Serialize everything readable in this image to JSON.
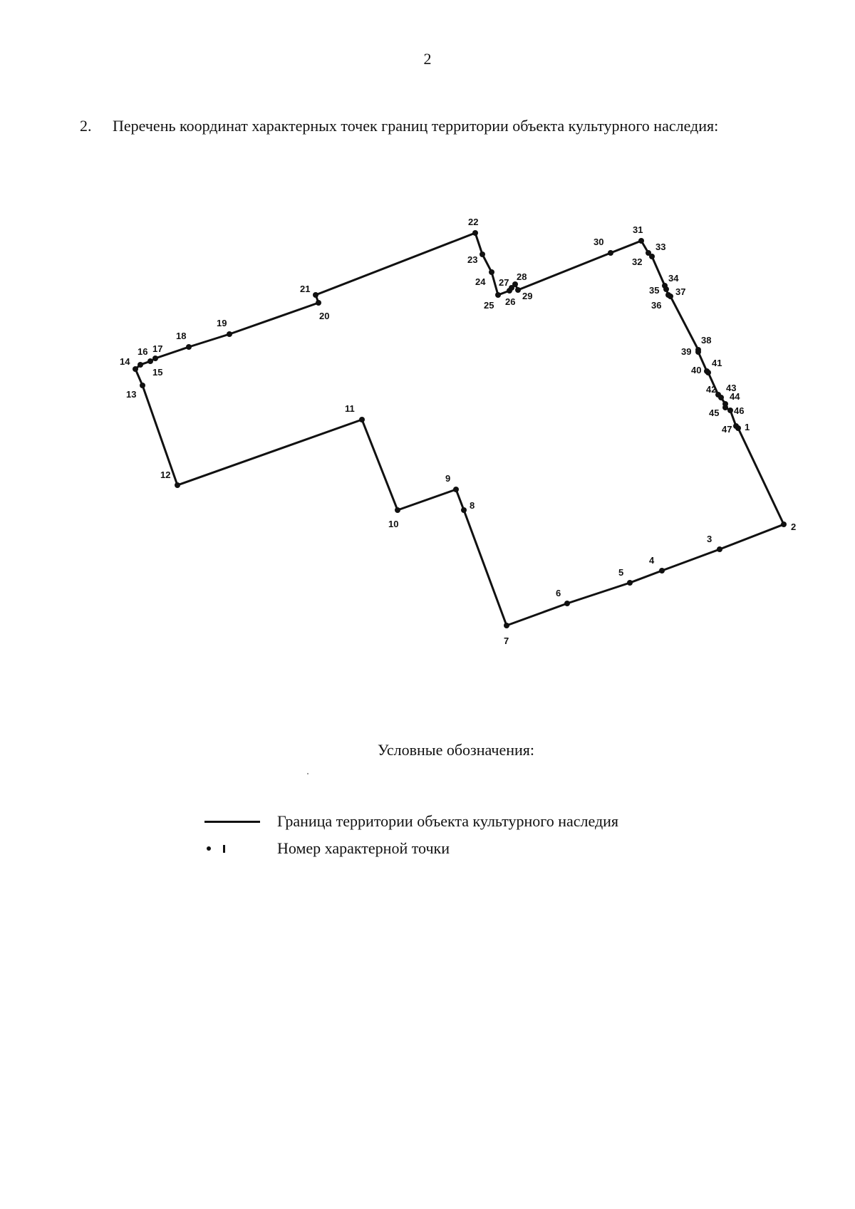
{
  "page": {
    "number": "2"
  },
  "heading": {
    "num": "2.",
    "text": "Перечень координат характерных точек границ территории объекта культурного наследия:"
  },
  "boundary": {
    "points": [
      {
        "label": "1"
      },
      {
        "label": "2"
      },
      {
        "label": "3"
      },
      {
        "label": "4"
      },
      {
        "label": "5"
      },
      {
        "label": "6"
      },
      {
        "label": "7"
      },
      {
        "label": "8"
      },
      {
        "label": "9"
      },
      {
        "label": "10"
      },
      {
        "label": "11"
      },
      {
        "label": "12"
      },
      {
        "label": "13"
      },
      {
        "label": "14"
      },
      {
        "label": "15"
      },
      {
        "label": "16"
      },
      {
        "label": "17"
      },
      {
        "label": "18"
      },
      {
        "label": "19"
      },
      {
        "label": "20"
      },
      {
        "label": "21"
      },
      {
        "label": "22"
      },
      {
        "label": "23"
      },
      {
        "label": "24"
      },
      {
        "label": "25"
      },
      {
        "label": "26"
      },
      {
        "label": "27"
      },
      {
        "label": "28"
      },
      {
        "label": "29"
      },
      {
        "label": "30"
      },
      {
        "label": "31"
      },
      {
        "label": "32"
      },
      {
        "label": "33"
      },
      {
        "label": "34"
      },
      {
        "label": "35"
      },
      {
        "label": "36"
      },
      {
        "label": "37"
      },
      {
        "label": "38"
      },
      {
        "label": "39"
      },
      {
        "label": "40"
      },
      {
        "label": "41"
      },
      {
        "label": "42"
      },
      {
        "label": "43"
      },
      {
        "label": "44"
      },
      {
        "label": "45"
      },
      {
        "label": "46"
      },
      {
        "label": "47"
      }
    ]
  },
  "legend": {
    "title": "Условные обозначения:",
    "items": [
      {
        "symbol": "line-icon",
        "text": "Граница территории объекта культурного наследия"
      },
      {
        "symbol": "point-icon",
        "text": "Номер характерной точки"
      }
    ]
  }
}
